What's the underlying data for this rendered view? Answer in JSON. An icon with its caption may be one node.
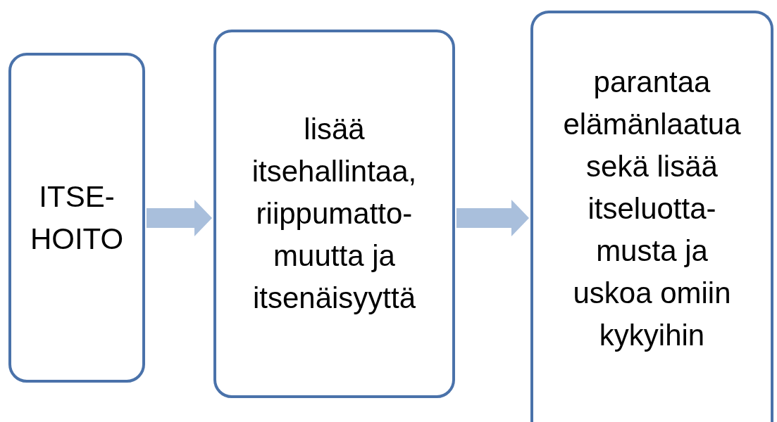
{
  "diagram": {
    "nodes": [
      {
        "text": [
          "ITSE- HOITO"
        ]
      },
      {
        "text": [
          "lisää itsehallintaa, riippumatto- muutta ja itsenäisyyttä"
        ]
      },
      {
        "text": [
          "parantaa elämänlaatua sekä lisää itseluotta- musta ja uskoa omiin kykyihin"
        ]
      }
    ],
    "edges": [
      {
        "from": 0,
        "to": 1,
        "arrow": "to"
      },
      {
        "from": 1,
        "to": 2,
        "arrow": "to"
      }
    ]
  }
}
